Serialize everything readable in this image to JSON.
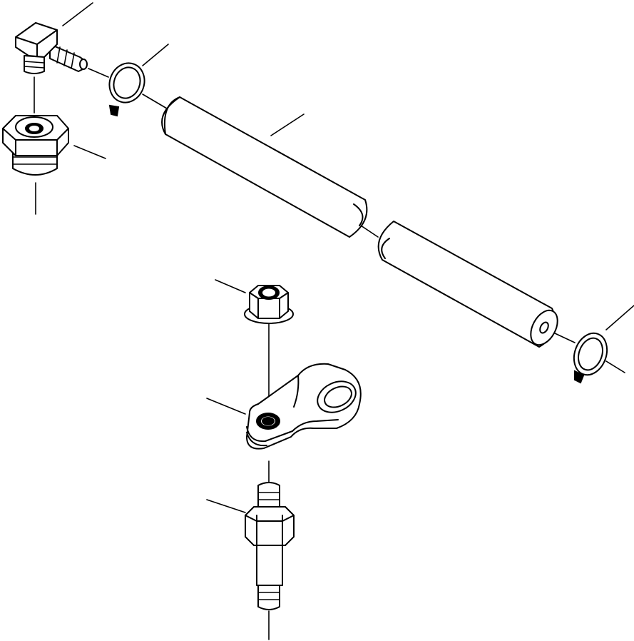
{
  "diagram": {
    "parts": [
      {
        "name": "elbow-hose-fitting",
        "kind": "fitting"
      },
      {
        "name": "reducer-bushing",
        "kind": "fitting"
      },
      {
        "name": "hose-clamp",
        "kind": "clamp",
        "count": 2
      },
      {
        "name": "hose",
        "kind": "tube"
      },
      {
        "name": "flange-nut",
        "kind": "fastener"
      },
      {
        "name": "tube-clip",
        "kind": "clip"
      },
      {
        "name": "stud",
        "kind": "fastener"
      }
    ],
    "colors": {
      "line": "#000000",
      "background": "#ffffff"
    }
  }
}
